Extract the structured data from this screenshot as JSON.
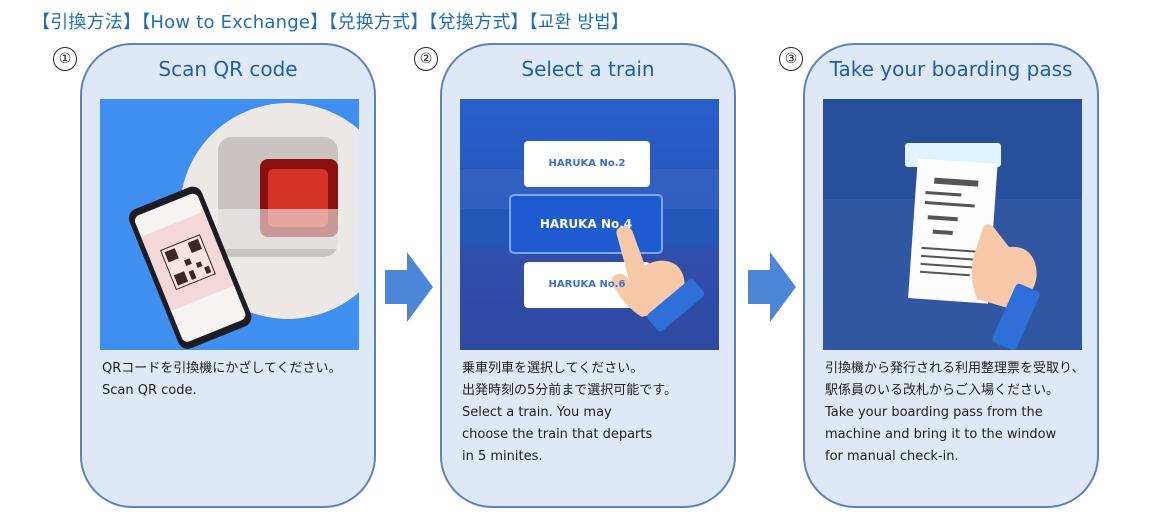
{
  "heading": "【引換方法】【How to Exchange】【兑换方式】【兌換方式】【교환 방법】",
  "steps": [
    {
      "number": "①",
      "title": "Scan QR code",
      "lines": [
        "QRコードを引換機にかざしてください。",
        "Scan QR code."
      ]
    },
    {
      "number": "②",
      "title": "Select a train",
      "buttons": [
        "HARUKA No.2",
        "HARUKA No.4",
        "HARUKA No.6"
      ],
      "lines": [
        "乗車列車を選択してください。",
        "出発時刻の5分前まで選択可能です。",
        "Select a train. You may",
        "choose the train that departs",
        "in 5 minites."
      ]
    },
    {
      "number": "③",
      "title": "Take your boarding pass",
      "lines": [
        "引換機から発行される利用整理票を受取り、",
        "駅係員のいる改札からご入場ください。",
        "Take your boarding pass from the",
        "machine and bring it to the window",
        "for manual check-in."
      ]
    }
  ],
  "colors": {
    "accent": "#1f6fb8",
    "card_bg": "#dfe8f7",
    "card_border": "#5b82c6",
    "arrow": "#4e86d6",
    "button_blue": "#1e5bd1"
  }
}
